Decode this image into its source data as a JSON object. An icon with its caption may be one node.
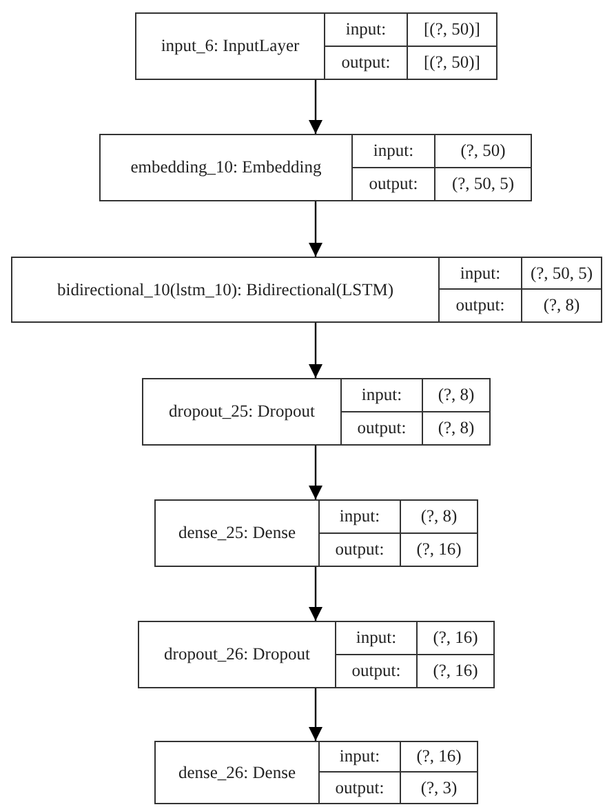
{
  "diagram": {
    "nodes": [
      {
        "text": [
          "input_6: InputLayer",
          "input:",
          "[(?, 50)]",
          "output:",
          "[(?, 50)]"
        ]
      },
      {
        "text": [
          "embedding_10: Embedding",
          "input:",
          "(?, 50)",
          "output:",
          "(?, 50, 5)"
        ]
      },
      {
        "text": [
          "bidirectional_10(lstm_10): Bidirectional(LSTM)",
          "input:",
          "(?, 50, 5)",
          "output:",
          "(?, 8)"
        ]
      },
      {
        "text": [
          "dropout_25: Dropout",
          "input:",
          "(?, 8)",
          "output:",
          "(?, 8)"
        ]
      },
      {
        "text": [
          "dense_25: Dense",
          "input:",
          "(?, 8)",
          "output:",
          "(?, 16)"
        ]
      },
      {
        "text": [
          "dropout_26: Dropout",
          "input:",
          "(?, 16)",
          "output:",
          "(?, 16)"
        ]
      },
      {
        "text": [
          "dense_26: Dense",
          "input:",
          "(?, 16)",
          "output:",
          "(?, 3)"
        ]
      }
    ],
    "edges": [
      {
        "from": 0,
        "to": 1,
        "arrow": "to"
      },
      {
        "from": 1,
        "to": 2,
        "arrow": "to"
      },
      {
        "from": 2,
        "to": 3,
        "arrow": "to"
      },
      {
        "from": 3,
        "to": 4,
        "arrow": "to"
      },
      {
        "from": 4,
        "to": 5,
        "arrow": "to"
      },
      {
        "from": 5,
        "to": 6,
        "arrow": "to"
      }
    ]
  }
}
